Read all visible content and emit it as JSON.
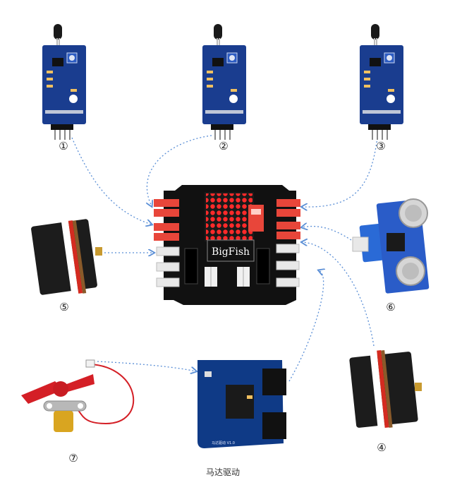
{
  "board": {
    "brand": "BigFish"
  },
  "labels": {
    "n1": "①",
    "n2": "②",
    "n3": "③",
    "n4": "④",
    "n5": "⑤",
    "n6": "⑥",
    "n7": "⑦"
  },
  "motor_driver": {
    "caption": "马达驱动",
    "silkscreen": "马达驱动 V1.0"
  },
  "colors": {
    "pcb_blue": "#1a3d8f",
    "pcb_black": "#111111",
    "connector_red": "#e8463a",
    "connector_white": "#e8e8e8",
    "led_red": "#ff2a2a",
    "arrow_blue": "#5b8fd6",
    "fan_red": "#d41f26"
  }
}
